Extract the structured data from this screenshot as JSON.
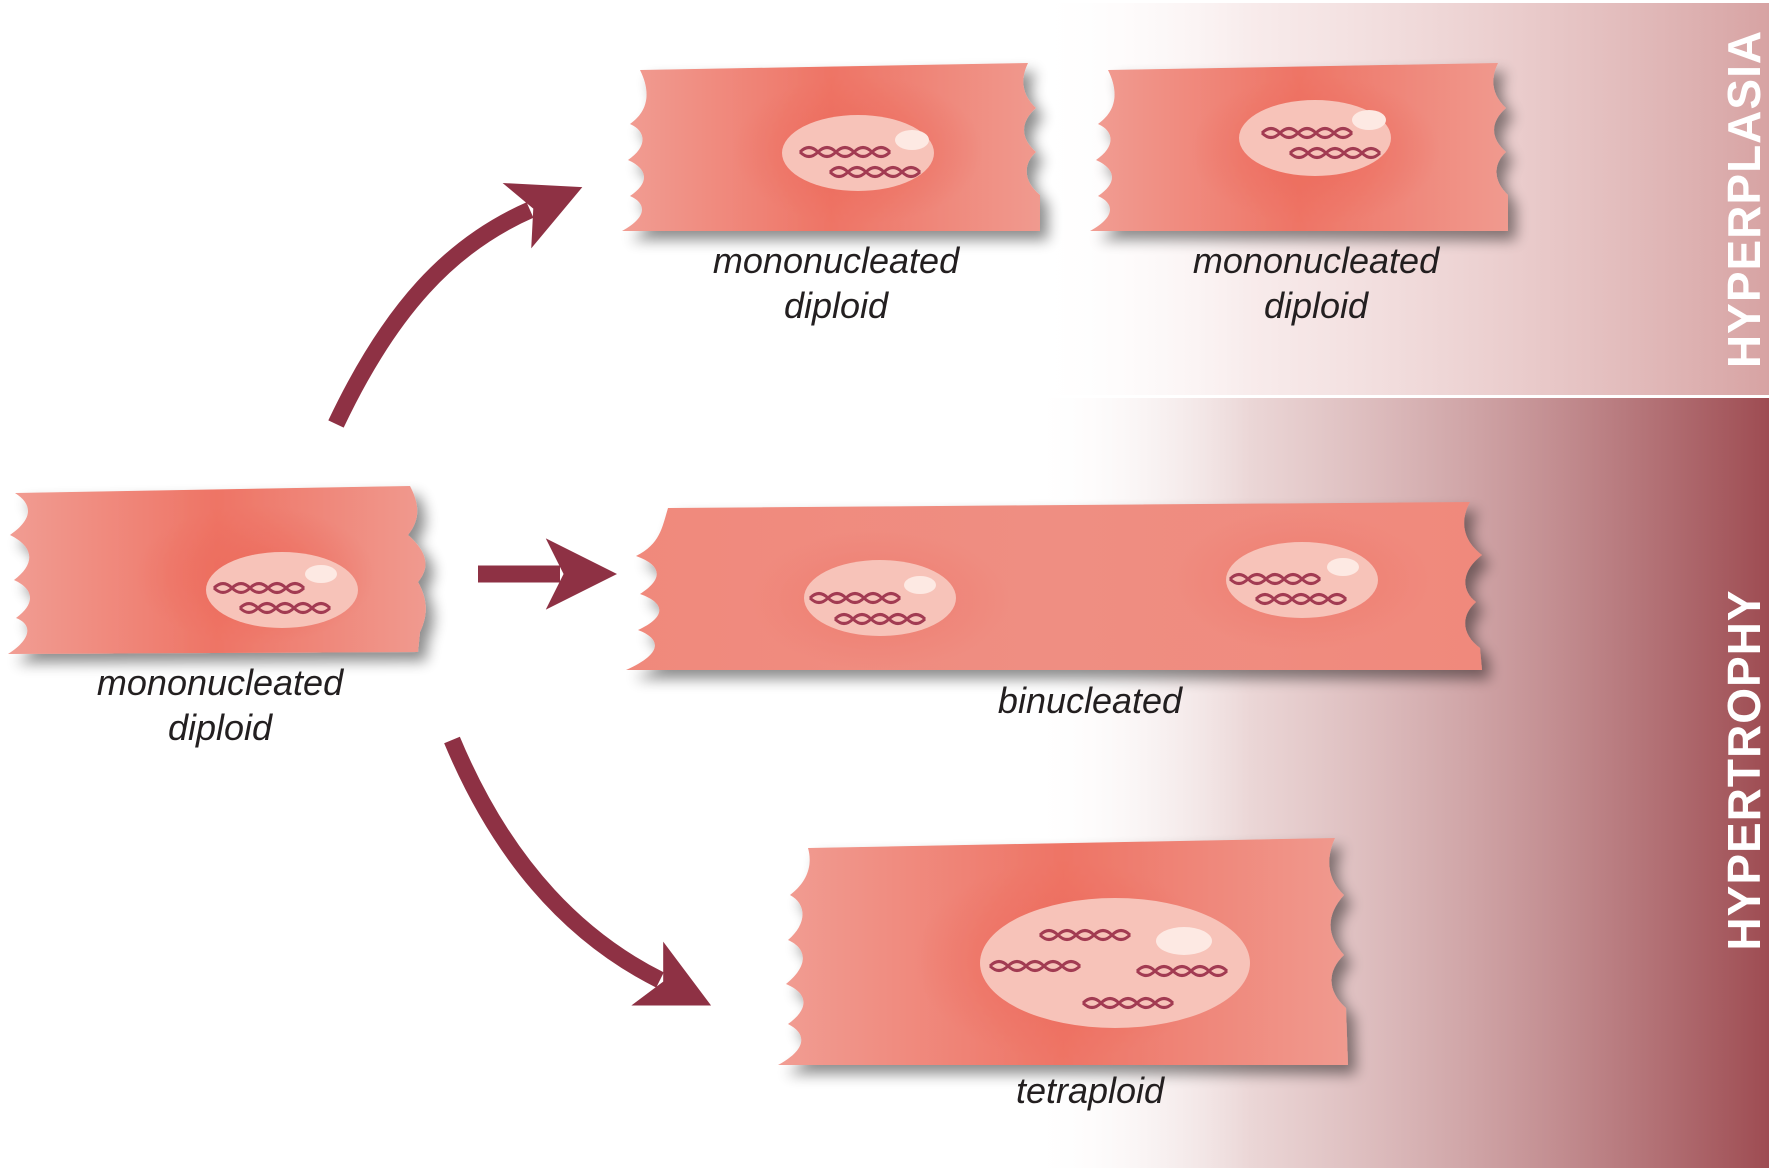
{
  "bands": {
    "hyperplasia_label": "HYPERPLASIA",
    "hypertrophy_label": "HYPERTROPHY",
    "hyperplasia_color": "#d7a3a3",
    "hypertrophy_color": "#9e4c52"
  },
  "colors": {
    "cell_edge": "#f09a8f",
    "cell_center": "#ee6f62",
    "nucleus": "#f7c3b9",
    "nucleolus": "#fde9e3",
    "chromosome": "#a23b52",
    "arrow": "#8e3144",
    "text": "#231f20"
  },
  "cells": {
    "source": {
      "label_line1": "mononucleated",
      "label_line2": "diploid"
    },
    "hyperplasia_left": {
      "label_line1": "mononucleated",
      "label_line2": "diploid"
    },
    "hyperplasia_right": {
      "label_line1": "mononucleated",
      "label_line2": "diploid"
    },
    "binucleated": {
      "label": "binucleated"
    },
    "tetraploid": {
      "label": "tetraploid"
    }
  }
}
